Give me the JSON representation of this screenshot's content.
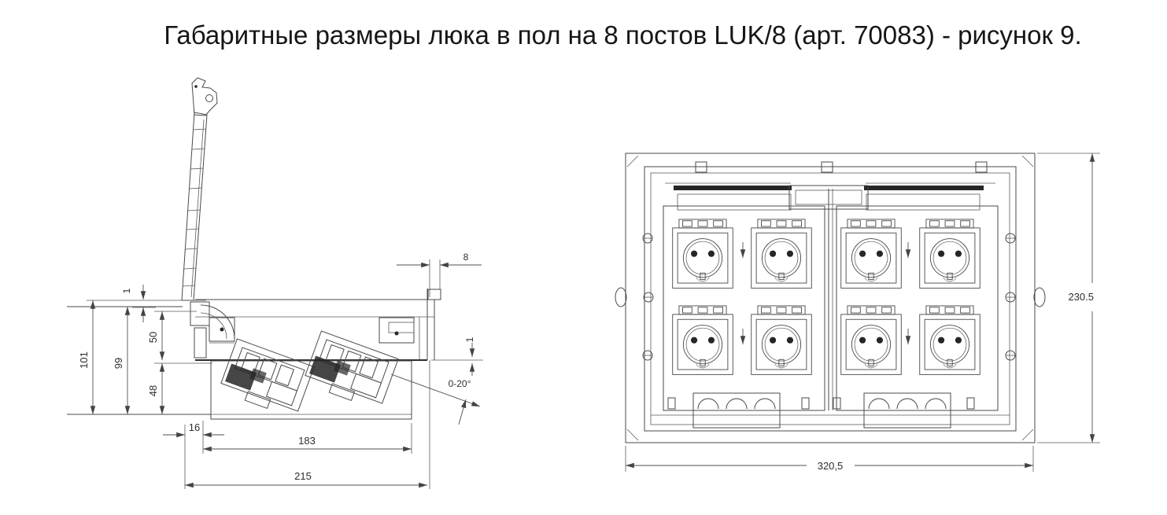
{
  "title": "Габаритные размеры люка в пол на 8 постов LUK/8 (арт. 70083) - рисунок 9.",
  "figure": {
    "product": "LUK/8",
    "posts": "8",
    "article": "70083",
    "figure_number": "9"
  },
  "side_view": {
    "dims": {
      "lid_lip": "1",
      "total_height": "101",
      "box_height": "99",
      "upper_depth": "50",
      "lower_depth": "48",
      "edge_offset": "16",
      "inner_width": "183",
      "outer_width": "215",
      "cover_thickness": "8",
      "floor_lip": "1",
      "tilt_angle": "0-20°"
    }
  },
  "top_view": {
    "socket_count": 8,
    "dims": {
      "height": "230.5",
      "width": "320,5"
    }
  }
}
